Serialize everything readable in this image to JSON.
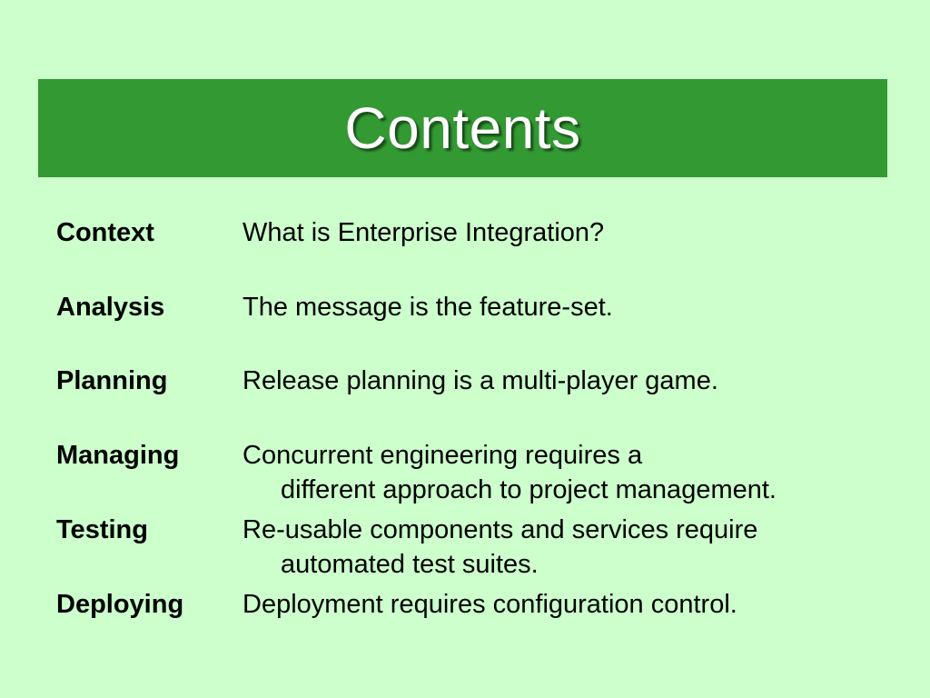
{
  "title": "Contents",
  "items": [
    {
      "label": "Context",
      "lines": [
        "What is Enterprise Integration?"
      ]
    },
    {
      "label": "Analysis",
      "lines": [
        "The message is the feature-set."
      ]
    },
    {
      "label": "Planning",
      "lines": [
        "Release planning is a multi-player game."
      ]
    },
    {
      "label": "Managing",
      "lines": [
        "Concurrent engineering requires a",
        "different approach to project management."
      ]
    },
    {
      "label": "Testing",
      "lines": [
        "Re-usable components and services require",
        "automated test suites."
      ]
    },
    {
      "label": "Deploying",
      "lines": [
        "Deployment requires configuration control."
      ]
    }
  ]
}
